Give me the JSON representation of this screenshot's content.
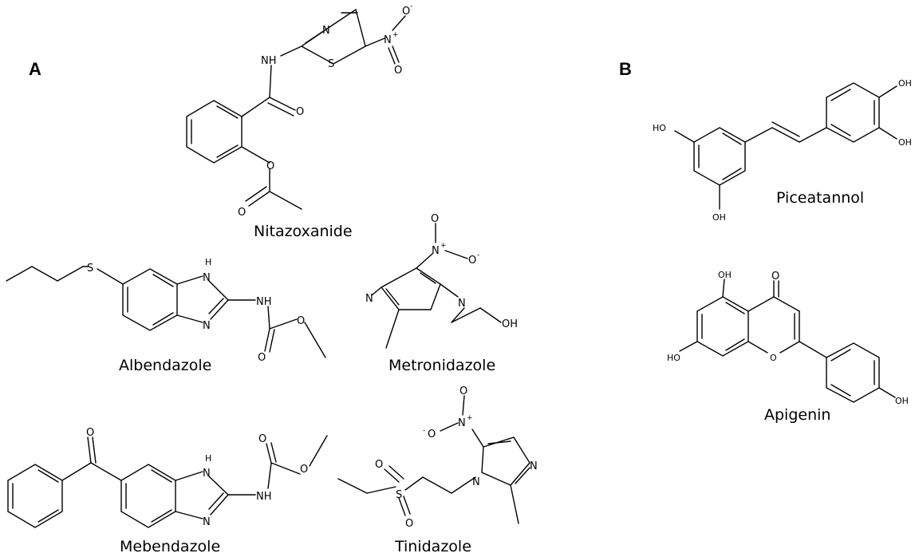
{
  "panels": {
    "a": "A",
    "b": "B"
  },
  "compounds": {
    "nitazoxanide": "Nitazoxanide",
    "albendazole": "Albendazole",
    "metronidazole": "Metronidazole",
    "mebendazole": "Mebendazole",
    "tinidazole": "Tinidazole",
    "piceatannol": "Piceatannol",
    "apigenin": "Apigenin"
  },
  "atoms": {
    "N": "N",
    "O": "O",
    "S": "S",
    "NH": "NH",
    "H": "H",
    "OH": "OH",
    "HO": "HO",
    "N_plus": "N",
    "O_minus": "O",
    "plus": "+",
    "minus": "-"
  }
}
